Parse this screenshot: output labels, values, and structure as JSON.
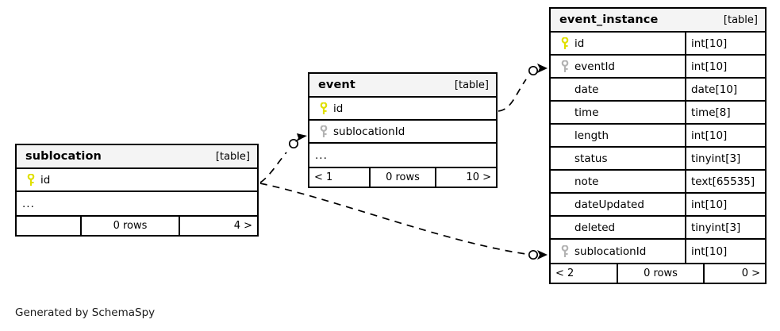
{
  "diagram": {
    "kind_label": "[table]",
    "caption": "Generated by SchemaSpy",
    "colors": {
      "primary_key": "#e8e800",
      "foreign_key": "#b3b3b3",
      "border": "#000000",
      "header_background": "#f4f4f4",
      "canvas_background": "#ffffff"
    },
    "ellipsis": "..."
  },
  "tables": {
    "event_instance": {
      "name": "event_instance",
      "kind": "[table]",
      "columns": [
        {
          "key": "primary",
          "key_icon": "key-icon",
          "name": "id",
          "type": "int[10]"
        },
        {
          "key": "foreign",
          "key_icon": "key-icon",
          "name": "eventId",
          "type": "int[10]"
        },
        {
          "key": "none",
          "key_icon": "",
          "name": "date",
          "type": "date[10]"
        },
        {
          "key": "none",
          "key_icon": "",
          "name": "time",
          "type": "time[8]"
        },
        {
          "key": "none",
          "key_icon": "",
          "name": "length",
          "type": "int[10]"
        },
        {
          "key": "none",
          "key_icon": "",
          "name": "status",
          "type": "tinyint[3]"
        },
        {
          "key": "none",
          "key_icon": "",
          "name": "note",
          "type": "text[65535]"
        },
        {
          "key": "none",
          "key_icon": "",
          "name": "dateUpdated",
          "type": "int[10]"
        },
        {
          "key": "none",
          "key_icon": "",
          "name": "deleted",
          "type": "tinyint[3]"
        },
        {
          "key": "foreign",
          "key_icon": "key-icon",
          "name": "sublocationId",
          "type": "int[10]"
        }
      ],
      "footer": {
        "parents": "< 2",
        "rows": "0 rows",
        "children": "0 >"
      }
    },
    "event": {
      "name": "event",
      "kind": "[table]",
      "columns": [
        {
          "key": "primary",
          "key_icon": "key-icon",
          "name": "id",
          "type": ""
        },
        {
          "key": "foreign",
          "key_icon": "key-icon",
          "name": "sublocationId",
          "type": ""
        },
        {
          "key": "none",
          "key_icon": "",
          "name": "...",
          "type": ""
        }
      ],
      "footer": {
        "parents": "< 1",
        "rows": "0 rows",
        "children": "10 >"
      }
    },
    "sublocation": {
      "name": "sublocation",
      "kind": "[table]",
      "columns": [
        {
          "key": "primary",
          "key_icon": "key-icon",
          "name": "id",
          "type": ""
        },
        {
          "key": "none",
          "key_icon": "",
          "name": "...",
          "type": ""
        }
      ],
      "footer": {
        "parents": "",
        "rows": "0 rows",
        "children": "4 >"
      }
    }
  },
  "relationships": [
    {
      "name": "event-to-event-instance",
      "from_table": "event",
      "from_column": "id",
      "to_table": "event_instance",
      "to_column": "eventId",
      "style": "dashed"
    },
    {
      "name": "sublocation-to-event",
      "from_table": "sublocation",
      "from_column": "id",
      "to_table": "event",
      "to_column": "sublocationId",
      "style": "dashed"
    },
    {
      "name": "sublocation-to-event-instance",
      "from_table": "sublocation",
      "from_column": "id",
      "to_table": "event_instance",
      "to_column": "sublocationId",
      "style": "dashed"
    }
  ]
}
